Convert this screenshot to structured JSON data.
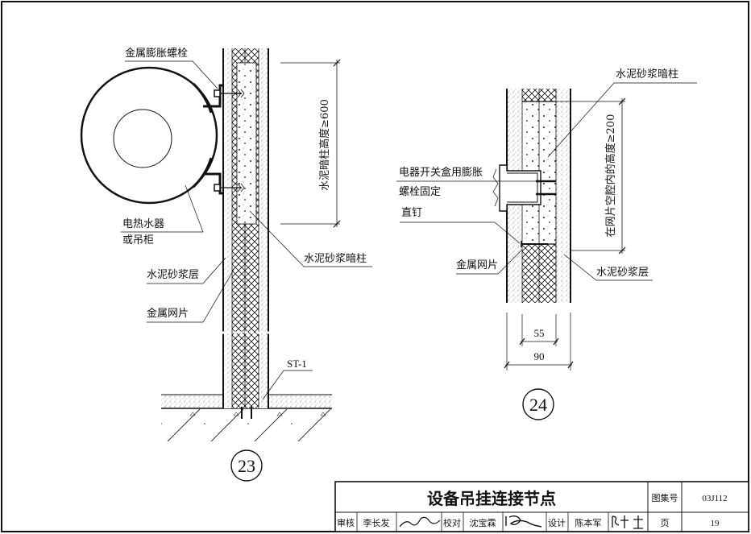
{
  "drawing": {
    "detail_23": {
      "number": "23",
      "labels": {
        "bolt": "金属膨胀螺栓",
        "heater_line1": "电热水器",
        "heater_line2": "或吊柜",
        "mortar_layer": "水泥砂浆层",
        "metal_mesh": "金属网片",
        "hidden_column": "水泥砂浆暗柱",
        "st": "ST-1"
      },
      "dimension_text": "水泥暗柱高度≥600"
    },
    "detail_24": {
      "number": "24",
      "labels": {
        "hidden_column": "水泥砂浆暗柱",
        "switch_box_line1": "电器开关盒用膨胀",
        "switch_box_line2": "螺栓固定",
        "nail": "直钉",
        "metal_mesh": "金属网片",
        "mortar_layer": "水泥砂浆层"
      },
      "dimension_text": "在网片空腔内的高度≥200",
      "dim_inner": "55",
      "dim_outer": "90"
    }
  },
  "title_block": {
    "title": "设备吊挂连接节点",
    "atlas_label": "图集号",
    "atlas_no": "03J112",
    "review_label": "审核",
    "reviewer": "李长发",
    "check_label": "校对",
    "checker": "沈宝霖",
    "design_label": "设计",
    "designer": "陈本军",
    "page_label": "页",
    "page_no": "19"
  },
  "colors": {
    "ink": "#111111",
    "paper": "#ffffff",
    "mortar": "#d9d9d9"
  }
}
